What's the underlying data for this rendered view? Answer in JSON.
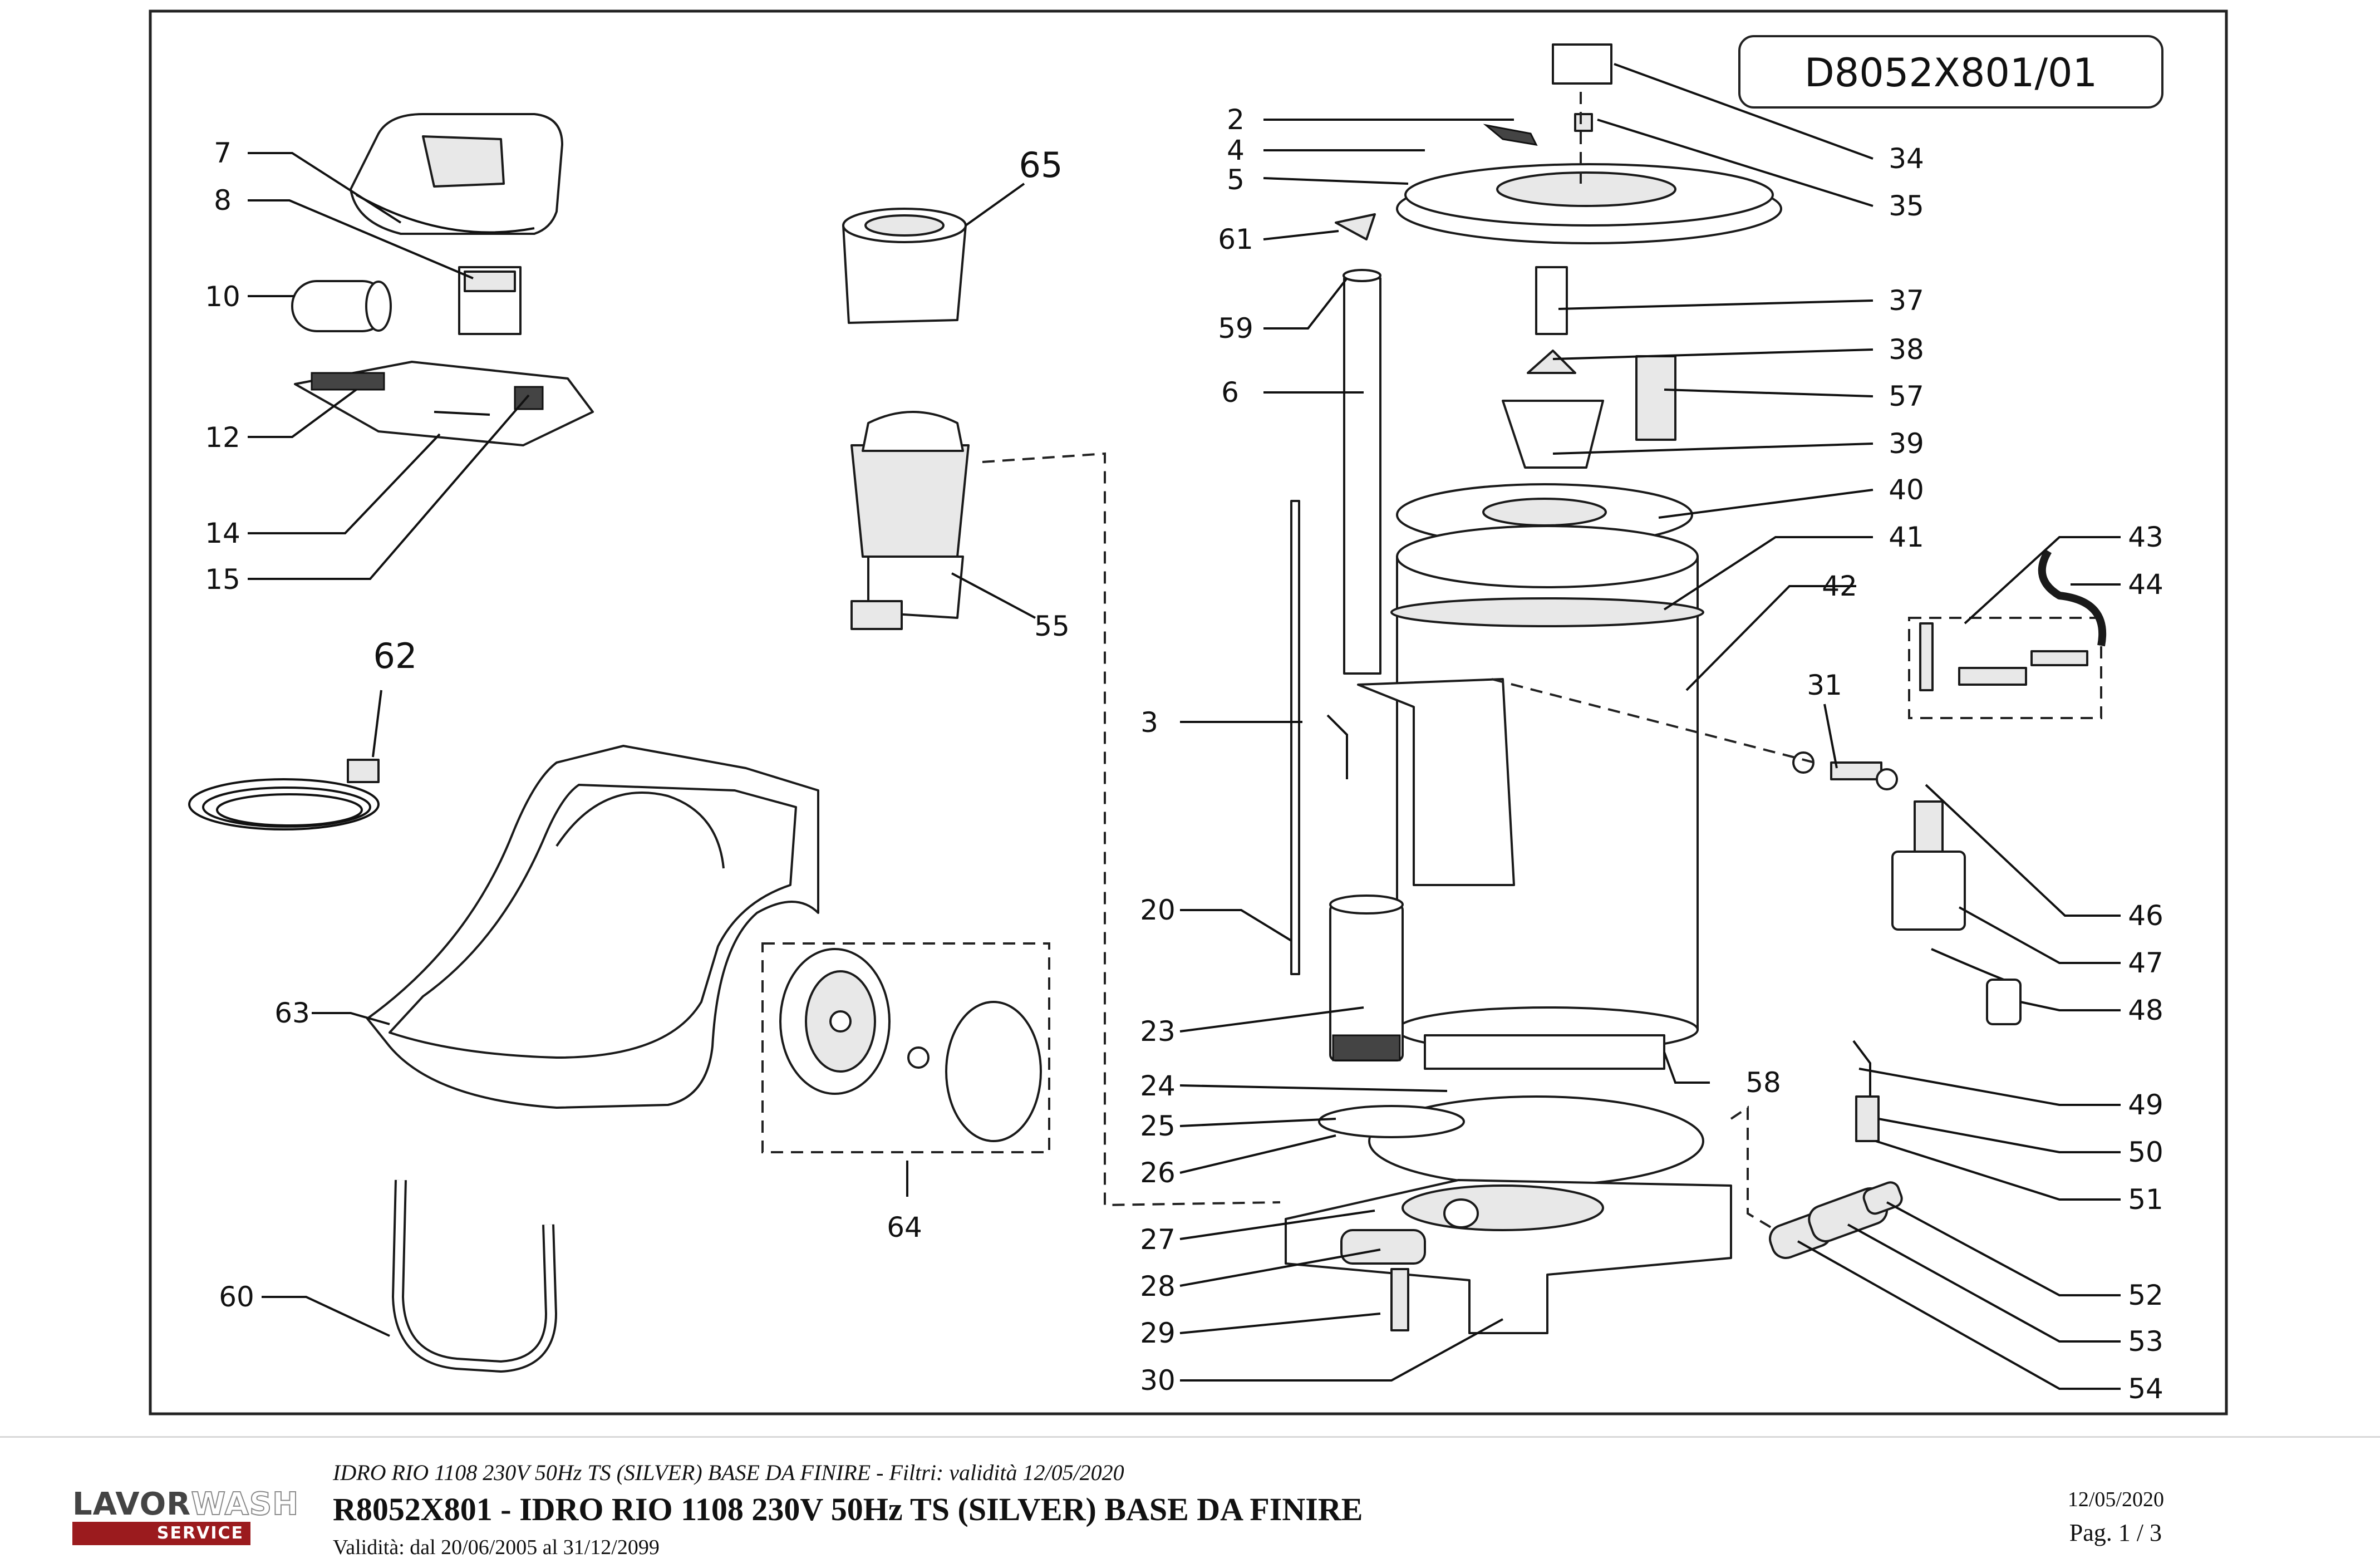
{
  "document_code": "D8052X801/01",
  "callouts": {
    "c2": "2",
    "c3": "3",
    "c4": "4",
    "c5": "5",
    "c6": "6",
    "c7": "7",
    "c8": "8",
    "c10": "10",
    "c12": "12",
    "c14": "14",
    "c15": "15",
    "c20": "20",
    "c23": "23",
    "c24": "24",
    "c25": "25",
    "c26": "26",
    "c27": "27",
    "c28": "28",
    "c29": "29",
    "c30": "30",
    "c31": "31",
    "c34": "34",
    "c35": "35",
    "c37": "37",
    "c38": "38",
    "c39": "39",
    "c40": "40",
    "c41": "41",
    "c42": "42",
    "c43": "43",
    "c44": "44",
    "c46": "46",
    "c47": "47",
    "c48": "48",
    "c49": "49",
    "c50": "50",
    "c51": "51",
    "c52": "52",
    "c53": "53",
    "c54": "54",
    "c55": "55",
    "c57": "57",
    "c58": "58",
    "c59": "59",
    "c60": "60",
    "c61": "61",
    "c62": "62",
    "c63": "63",
    "c64": "64",
    "c65": "65"
  },
  "footer": {
    "logo_word_1": "LAVOR",
    "logo_word_2": "WASH",
    "logo_service": "SERVICE",
    "subtitle": "IDRO RIO 1108 230V 50Hz TS (SILVER) BASE DA FINIRE - Filtri: validità 12/05/2020",
    "title": "R8052X801 - IDRO RIO 1108 230V 50Hz TS (SILVER) BASE DA FINIRE",
    "validity": "Validità: dal 20/06/2005 al 31/12/2099",
    "date": "12/05/2020",
    "page": "Pag. 1 / 3"
  }
}
